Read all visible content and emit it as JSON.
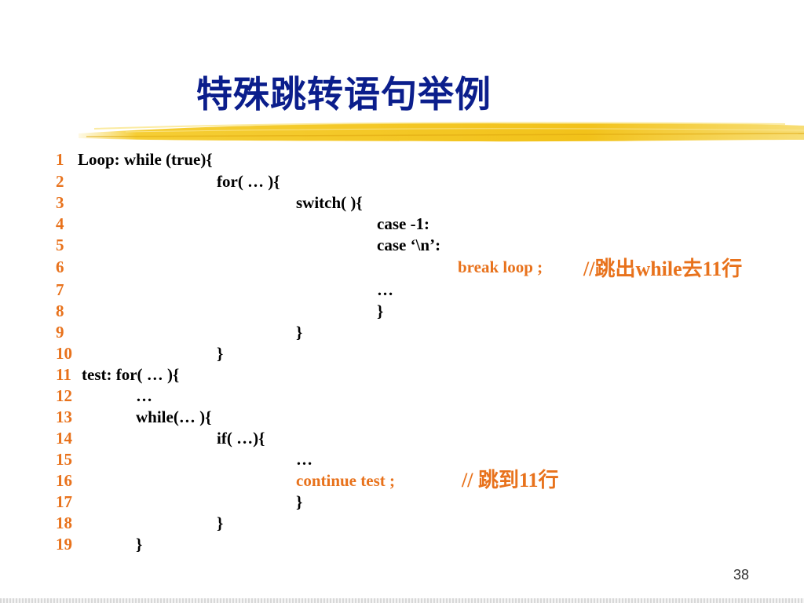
{
  "slide": {
    "title": "特殊跳转语句举例",
    "page_number": "38",
    "accent_colors": {
      "title": "#0b1e8c",
      "line_numbers": "#e8721c",
      "highlight_brush": "#f2c21a"
    }
  },
  "code": {
    "lines": [
      {
        "num": "1",
        "text": "Loop:  while (true){"
      },
      {
        "num": "2",
        "text": "for( … ){"
      },
      {
        "num": "3",
        "text": "switch( ){"
      },
      {
        "num": "4",
        "text": "case -1:"
      },
      {
        "num": "5",
        "text": "case ‘\\n’:"
      },
      {
        "num": "6",
        "text": "break loop ;"
      },
      {
        "num": "7",
        "text": "…"
      },
      {
        "num": "8",
        "text": "}"
      },
      {
        "num": "9",
        "text": "}"
      },
      {
        "num": "10",
        "text": "}"
      },
      {
        "num": "11",
        "text": "test:  for( … ){"
      },
      {
        "num": "12",
        "text": "…"
      },
      {
        "num": "13",
        "text": "while(… ){"
      },
      {
        "num": "14",
        "text": "if( …){"
      },
      {
        "num": "15",
        "text": "…"
      },
      {
        "num": "16",
        "text": "continue test ;"
      },
      {
        "num": "17",
        "text": "}"
      },
      {
        "num": "18",
        "text": "}"
      },
      {
        "num": "19",
        "text": "}"
      }
    ],
    "comments": {
      "break_comment": "//跳出while去11行",
      "continue_comment": "// 跳到11行"
    }
  }
}
